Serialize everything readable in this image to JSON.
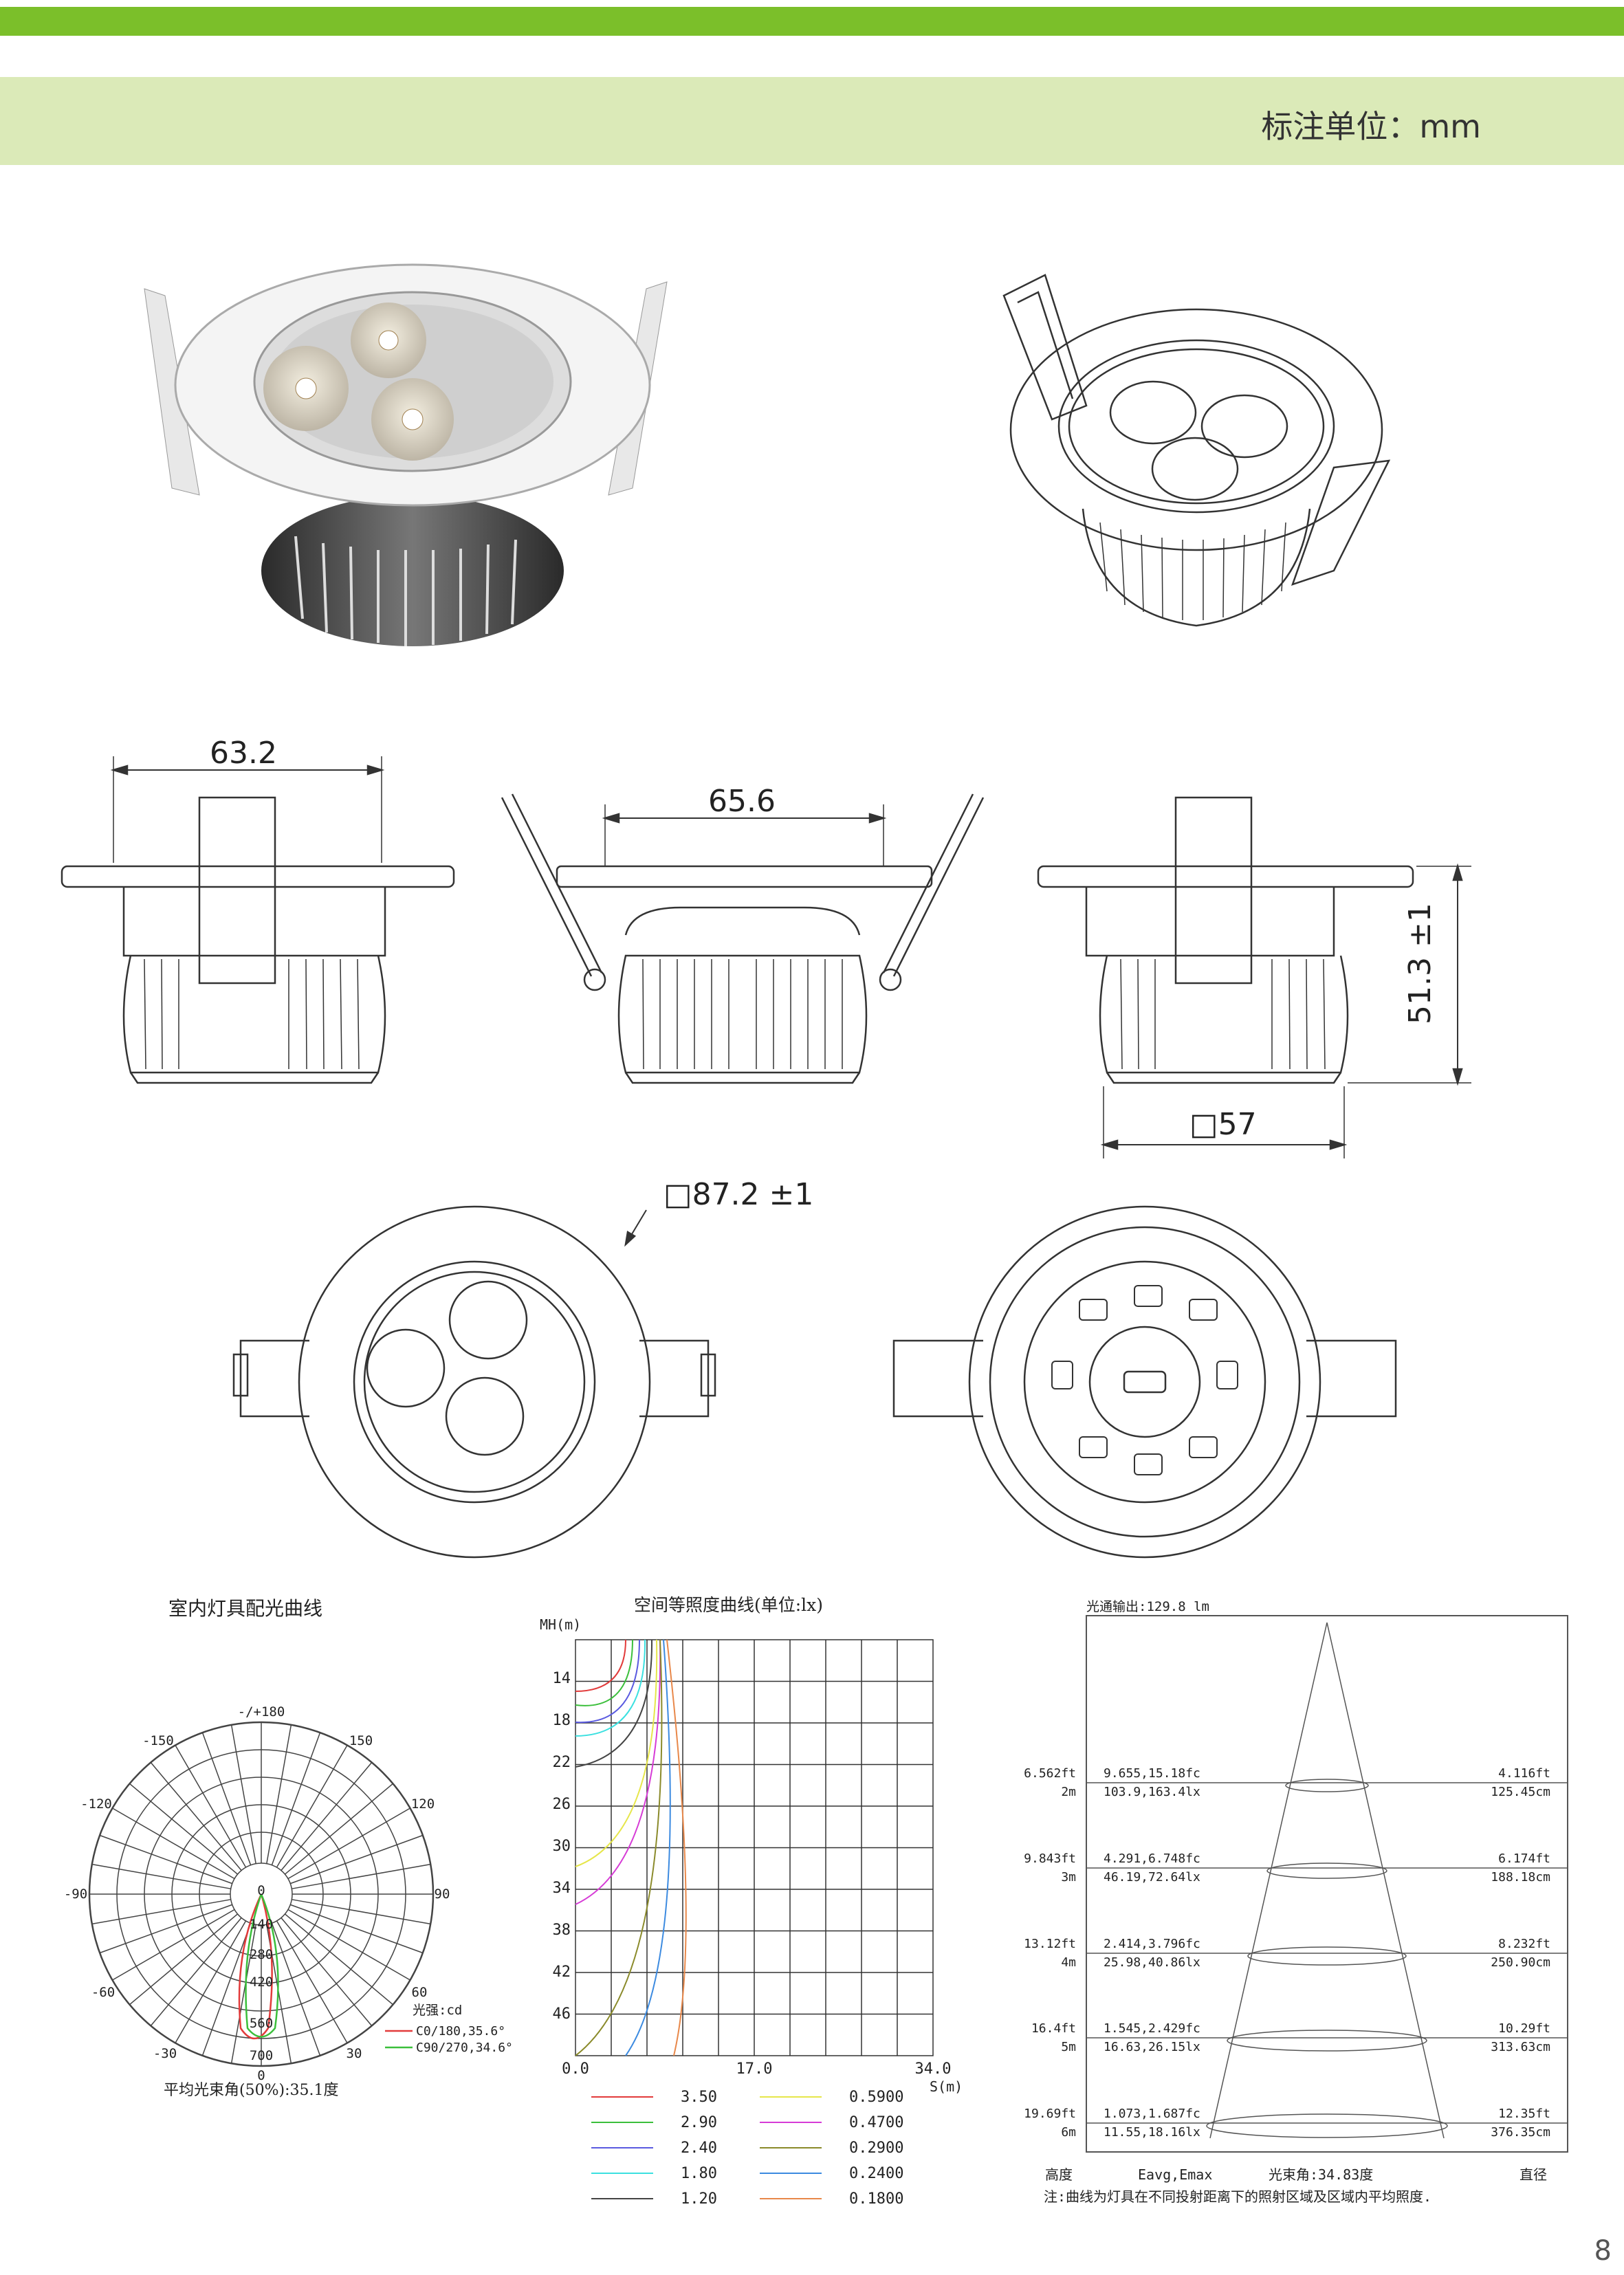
{
  "header": {
    "unit_label": "标注单位：mm"
  },
  "page_number": "8",
  "dimensions": {
    "width_a": "63.2",
    "width_b": "65.6",
    "height": "51.3 ±1",
    "cutout": "□57",
    "diameter": "□87.2 ±1"
  },
  "polar": {
    "title": "室内灯具配光曲线",
    "angle_labels": [
      "-/+180",
      "-150",
      "150",
      "-120",
      "120",
      "-90",
      "90",
      "-60",
      "60",
      "-30",
      "30",
      "0"
    ],
    "radial_labels": [
      "0",
      "140",
      "280",
      "420",
      "560",
      "700"
    ],
    "unit": "光强:cd",
    "legend": [
      "C0/180,35.6°",
      "C90/270,34.6°"
    ],
    "legend_colors": [
      "#e23b3b",
      "#3bbf3b"
    ],
    "beam_avg": "平均光束角(50%):35.1度"
  },
  "iso": {
    "title": "空间等照度曲线(单位:lx)",
    "yaxis_label": "MH(m)",
    "y_ticks": [
      "14",
      "18",
      "22",
      "26",
      "30",
      "34",
      "38",
      "42",
      "46"
    ],
    "x_ticks": [
      "0.0",
      "17.0",
      "34.0"
    ],
    "xaxis_label": "S(m)",
    "legend": [
      {
        "value": "3.50",
        "color": "#e23b3b"
      },
      {
        "value": "0.5900",
        "color": "#e6e64a"
      },
      {
        "value": "2.90",
        "color": "#3bbf3b"
      },
      {
        "value": "0.4700",
        "color": "#d63bd6"
      },
      {
        "value": "2.40",
        "color": "#5a5ae0"
      },
      {
        "value": "0.2900",
        "color": "#8a8a2a"
      },
      {
        "value": "1.80",
        "color": "#3be0e0"
      },
      {
        "value": "0.2400",
        "color": "#3b8ae0"
      },
      {
        "value": "1.20",
        "color": "#444444"
      },
      {
        "value": "0.1800",
        "color": "#e8884a"
      }
    ]
  },
  "cone": {
    "title": "光通输出:129.8 lm",
    "rows": [
      {
        "ft": "6.562ft",
        "m": "2m",
        "fc": "9.655,15.18fc",
        "lx": "103.9,163.4lx",
        "dft": "4.116ft",
        "dcm": "125.45cm"
      },
      {
        "ft": "9.843ft",
        "m": "3m",
        "fc": "4.291,6.748fc",
        "lx": "46.19,72.64lx",
        "dft": "6.174ft",
        "dcm": "188.18cm"
      },
      {
        "ft": "13.12ft",
        "m": "4m",
        "fc": "2.414,3.796fc",
        "lx": "25.98,40.86lx",
        "dft": "8.232ft",
        "dcm": "250.90cm"
      },
      {
        "ft": "16.4ft",
        "m": "5m",
        "fc": "1.545,2.429fc",
        "lx": "16.63,26.15lx",
        "dft": "10.29ft",
        "dcm": "313.63cm"
      },
      {
        "ft": "19.69ft",
        "m": "6m",
        "fc": "1.073,1.687fc",
        "lx": "11.55,18.16lx",
        "dft": "12.35ft",
        "dcm": "376.35cm"
      }
    ],
    "footer_height": "高度",
    "footer_eavg": "Eavg,Emax",
    "footer_beam": "光束角:34.83度",
    "footer_diameter": "直径",
    "note": "注:曲线为灯具在不同投射距离下的照射区域及区域内平均照度."
  }
}
